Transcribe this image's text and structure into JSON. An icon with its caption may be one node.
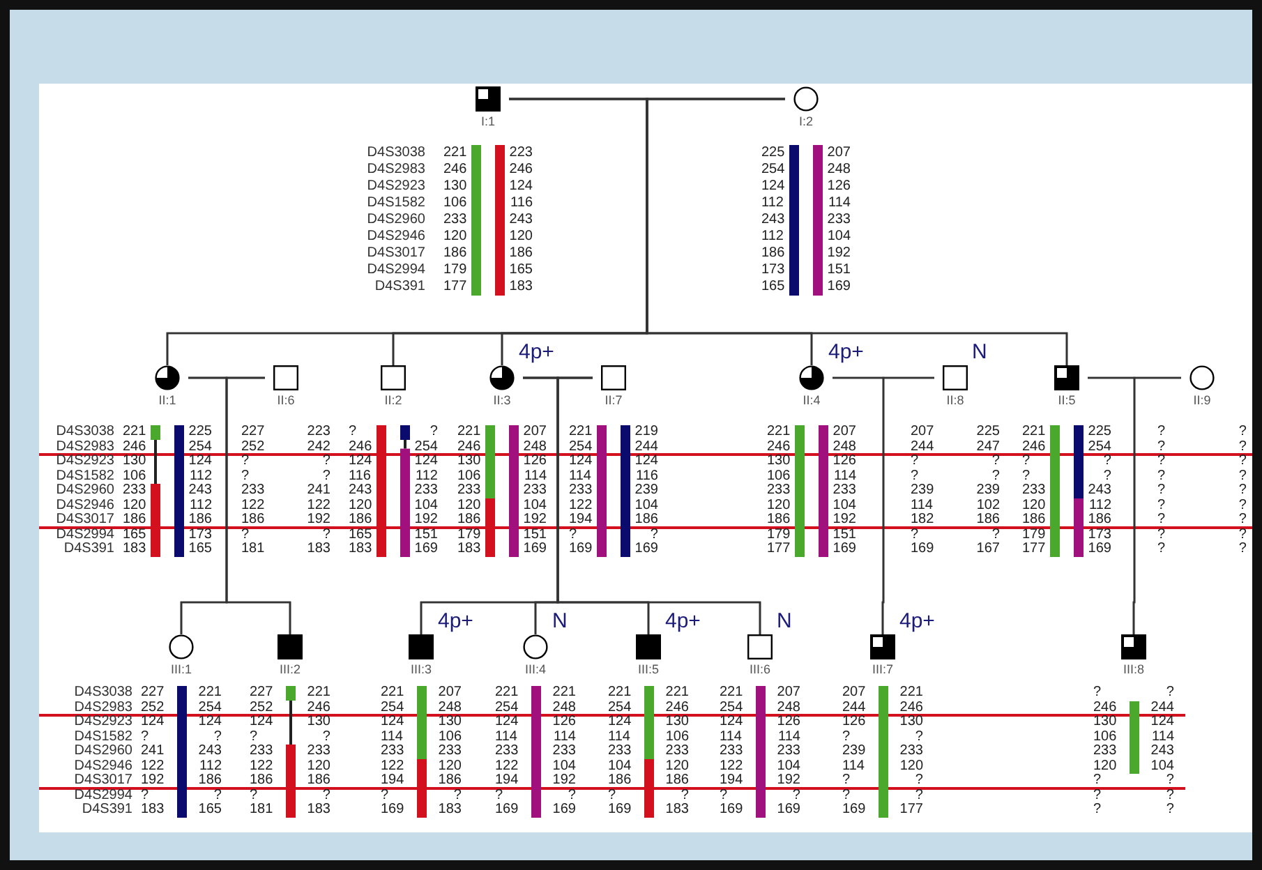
{
  "diagram": {
    "nodes": [
      {
        "text": [
          "I:1"
        ],
        "beside": [
          "221 223",
          "246 246",
          "130 124",
          "106 116",
          "233 243",
          "120 120",
          "186 186",
          "179 165",
          "177 183"
        ]
      },
      {
        "text": [
          "I:2"
        ],
        "beside": [
          "225 207",
          "254 248",
          "124 126",
          "112 114",
          "243 233",
          "112 104",
          "186 192",
          "173 151",
          "165 169"
        ]
      },
      {
        "text": [
          "II:1"
        ],
        "beside": [
          "221 225",
          "246 254",
          "130 124",
          "106 112",
          "233 243",
          "120 112",
          "186 186",
          "165 173",
          "183 165"
        ]
      },
      {
        "text": [
          "II:6"
        ],
        "beside": [
          "227 223",
          "252 242",
          "? ?",
          "? ?",
          "233 241",
          "122 122",
          "186 192",
          "? ?",
          "181 183"
        ]
      },
      {
        "text": [
          "II:2"
        ],
        "beside": [
          "? ?",
          "246 254",
          "124 124",
          "116 112",
          "243 233",
          "120 104",
          "186 192",
          "165 151",
          "183 169"
        ]
      },
      {
        "text": [
          "II:3"
        ],
        "beside": [
          "4p+",
          "221 207",
          "246 248",
          "130 126",
          "106 114",
          "233 233",
          "120 104",
          "186 192",
          "179 151",
          "183 169"
        ]
      },
      {
        "text": [
          "II:7"
        ],
        "beside": [
          "221 219",
          "254 244",
          "124 124",
          "114 116",
          "233 239",
          "122 104",
          "194 186",
          "? ?",
          "169 169"
        ]
      },
      {
        "text": [
          "II:4"
        ],
        "beside": [
          "4p+",
          "221 207",
          "246 248",
          "130 126",
          "106 114",
          "233 233",
          "120 104",
          "186 192",
          "179 151",
          "177 169"
        ]
      },
      {
        "text": [
          "II:8"
        ],
        "beside": [
          "N",
          "207 225",
          "244 247",
          "? ?",
          "? ?",
          "239 239",
          "114 102",
          "182 186",
          "? ?",
          "169 167"
        ]
      },
      {
        "text": [
          "II:5"
        ],
        "beside": [
          "221 225",
          "246 254",
          "? ?",
          "? ?",
          "233 243",
          "120 112",
          "186 186",
          "179 173",
          "177 169"
        ]
      },
      {
        "text": [
          "II:9"
        ],
        "beside": [
          "? ?",
          "? ?",
          "? ?",
          "? ?",
          "? ?",
          "? ?",
          "? ?",
          "? ?",
          "? ?"
        ]
      },
      {
        "text": [
          "III:1"
        ],
        "beside": [
          "227 221",
          "252 254",
          "124 124",
          "? ?",
          "241 243",
          "122 112",
          "192 186",
          "? ?",
          "183 165"
        ]
      },
      {
        "text": [
          "III:2"
        ],
        "beside": [
          "227 221",
          "252 246",
          "124 130",
          "? ?",
          "233 233",
          "122 120",
          "186 186",
          "? ?",
          "181 183"
        ]
      },
      {
        "text": [
          "III:3"
        ],
        "beside": [
          "4p+",
          "221 207",
          "254 248",
          "124 130",
          "114 106",
          "233 233",
          "122 120",
          "194 186",
          "? ?",
          "169 183"
        ]
      },
      {
        "text": [
          "III:4"
        ],
        "beside": [
          "N",
          "221 221",
          "254 248",
          "124 126",
          "114 114",
          "233 233",
          "122 104",
          "194 192",
          "? ?",
          "169 169"
        ]
      },
      {
        "text": [
          "III:5"
        ],
        "beside": [
          "4p+",
          "221 221",
          "254 246",
          "124 130",
          "114 106",
          "233 233",
          "104 120",
          "186 186",
          "? ?",
          "169 183"
        ]
      },
      {
        "text": [
          "III:6"
        ],
        "beside": [
          "N",
          "221 207",
          "254 248",
          "124 126",
          "114 114",
          "233 233",
          "122 104",
          "194 192",
          "? ?",
          "169 169"
        ]
      },
      {
        "text": [
          "III:7"
        ],
        "beside": [
          "4p+",
          "207 221",
          "244 246",
          "126 130",
          "? ?",
          "239 233",
          "114 120",
          "? ?",
          "? ?",
          "169 177"
        ]
      },
      {
        "text": [
          "III:8"
        ],
        "beside": [
          "? ?",
          "246 244",
          "130 124",
          "106 114",
          "233 243",
          "120 104",
          "? ?",
          "? ?",
          "? ?"
        ]
      }
    ],
    "edges": [
      {
        "from": 0,
        "to": 1,
        "arrow": "none"
      },
      {
        "from": 0,
        "to": 2,
        "arrow": "none"
      },
      {
        "from": 1,
        "to": 2,
        "arrow": "none"
      },
      {
        "from": 0,
        "to": 4,
        "arrow": "none"
      },
      {
        "from": 1,
        "to": 4,
        "arrow": "none"
      },
      {
        "from": 0,
        "to": 5,
        "arrow": "none"
      },
      {
        "from": 1,
        "to": 5,
        "arrow": "none"
      },
      {
        "from": 0,
        "to": 7,
        "arrow": "none"
      },
      {
        "from": 1,
        "to": 7,
        "arrow": "none"
      },
      {
        "from": 0,
        "to": 9,
        "arrow": "none"
      },
      {
        "from": 1,
        "to": 9,
        "arrow": "none"
      },
      {
        "from": 2,
        "to": 3,
        "arrow": "none"
      },
      {
        "from": 5,
        "to": 6,
        "arrow": "none"
      },
      {
        "from": 7,
        "to": 8,
        "arrow": "none"
      },
      {
        "from": 9,
        "to": 10,
        "arrow": "none"
      },
      {
        "from": 2,
        "to": 11,
        "arrow": "none"
      },
      {
        "from": 3,
        "to": 11,
        "arrow": "none"
      },
      {
        "from": 2,
        "to": 12,
        "arrow": "none"
      },
      {
        "from": 3,
        "to": 12,
        "arrow": "none"
      },
      {
        "from": 5,
        "to": 13,
        "arrow": "none"
      },
      {
        "from": 6,
        "to": 13,
        "arrow": "none"
      },
      {
        "from": 5,
        "to": 14,
        "arrow": "none"
      },
      {
        "from": 6,
        "to": 14,
        "arrow": "none"
      },
      {
        "from": 5,
        "to": 15,
        "arrow": "none"
      },
      {
        "from": 6,
        "to": 15,
        "arrow": "none"
      },
      {
        "from": 5,
        "to": 16,
        "arrow": "none"
      },
      {
        "from": 6,
        "to": 16,
        "arrow": "none"
      },
      {
        "from": 7,
        "to": 17,
        "arrow": "none"
      },
      {
        "from": 8,
        "to": 17,
        "arrow": "none"
      },
      {
        "from": 9,
        "to": 18,
        "arrow": "none"
      },
      {
        "from": 10,
        "to": 18,
        "arrow": "none"
      }
    ],
    "labels": [
      "D4S3038",
      "D4S2983",
      "D4S2923",
      "D4S1582",
      "D4S2960",
      "D4S2946",
      "D4S3017",
      "D4S2994",
      "D4S391",
      "D4S3038",
      "D4S2983",
      "D4S2923",
      "D4S1582",
      "D4S2960",
      "D4S2946",
      "D4S3017",
      "D4S2994",
      "D4S391",
      "D4S3038",
      "D4S2983",
      "D4S2923",
      "D4S1582",
      "D4S2960",
      "D4S2946",
      "D4S3017",
      "D4S2994",
      "D4S391"
    ]
  }
}
